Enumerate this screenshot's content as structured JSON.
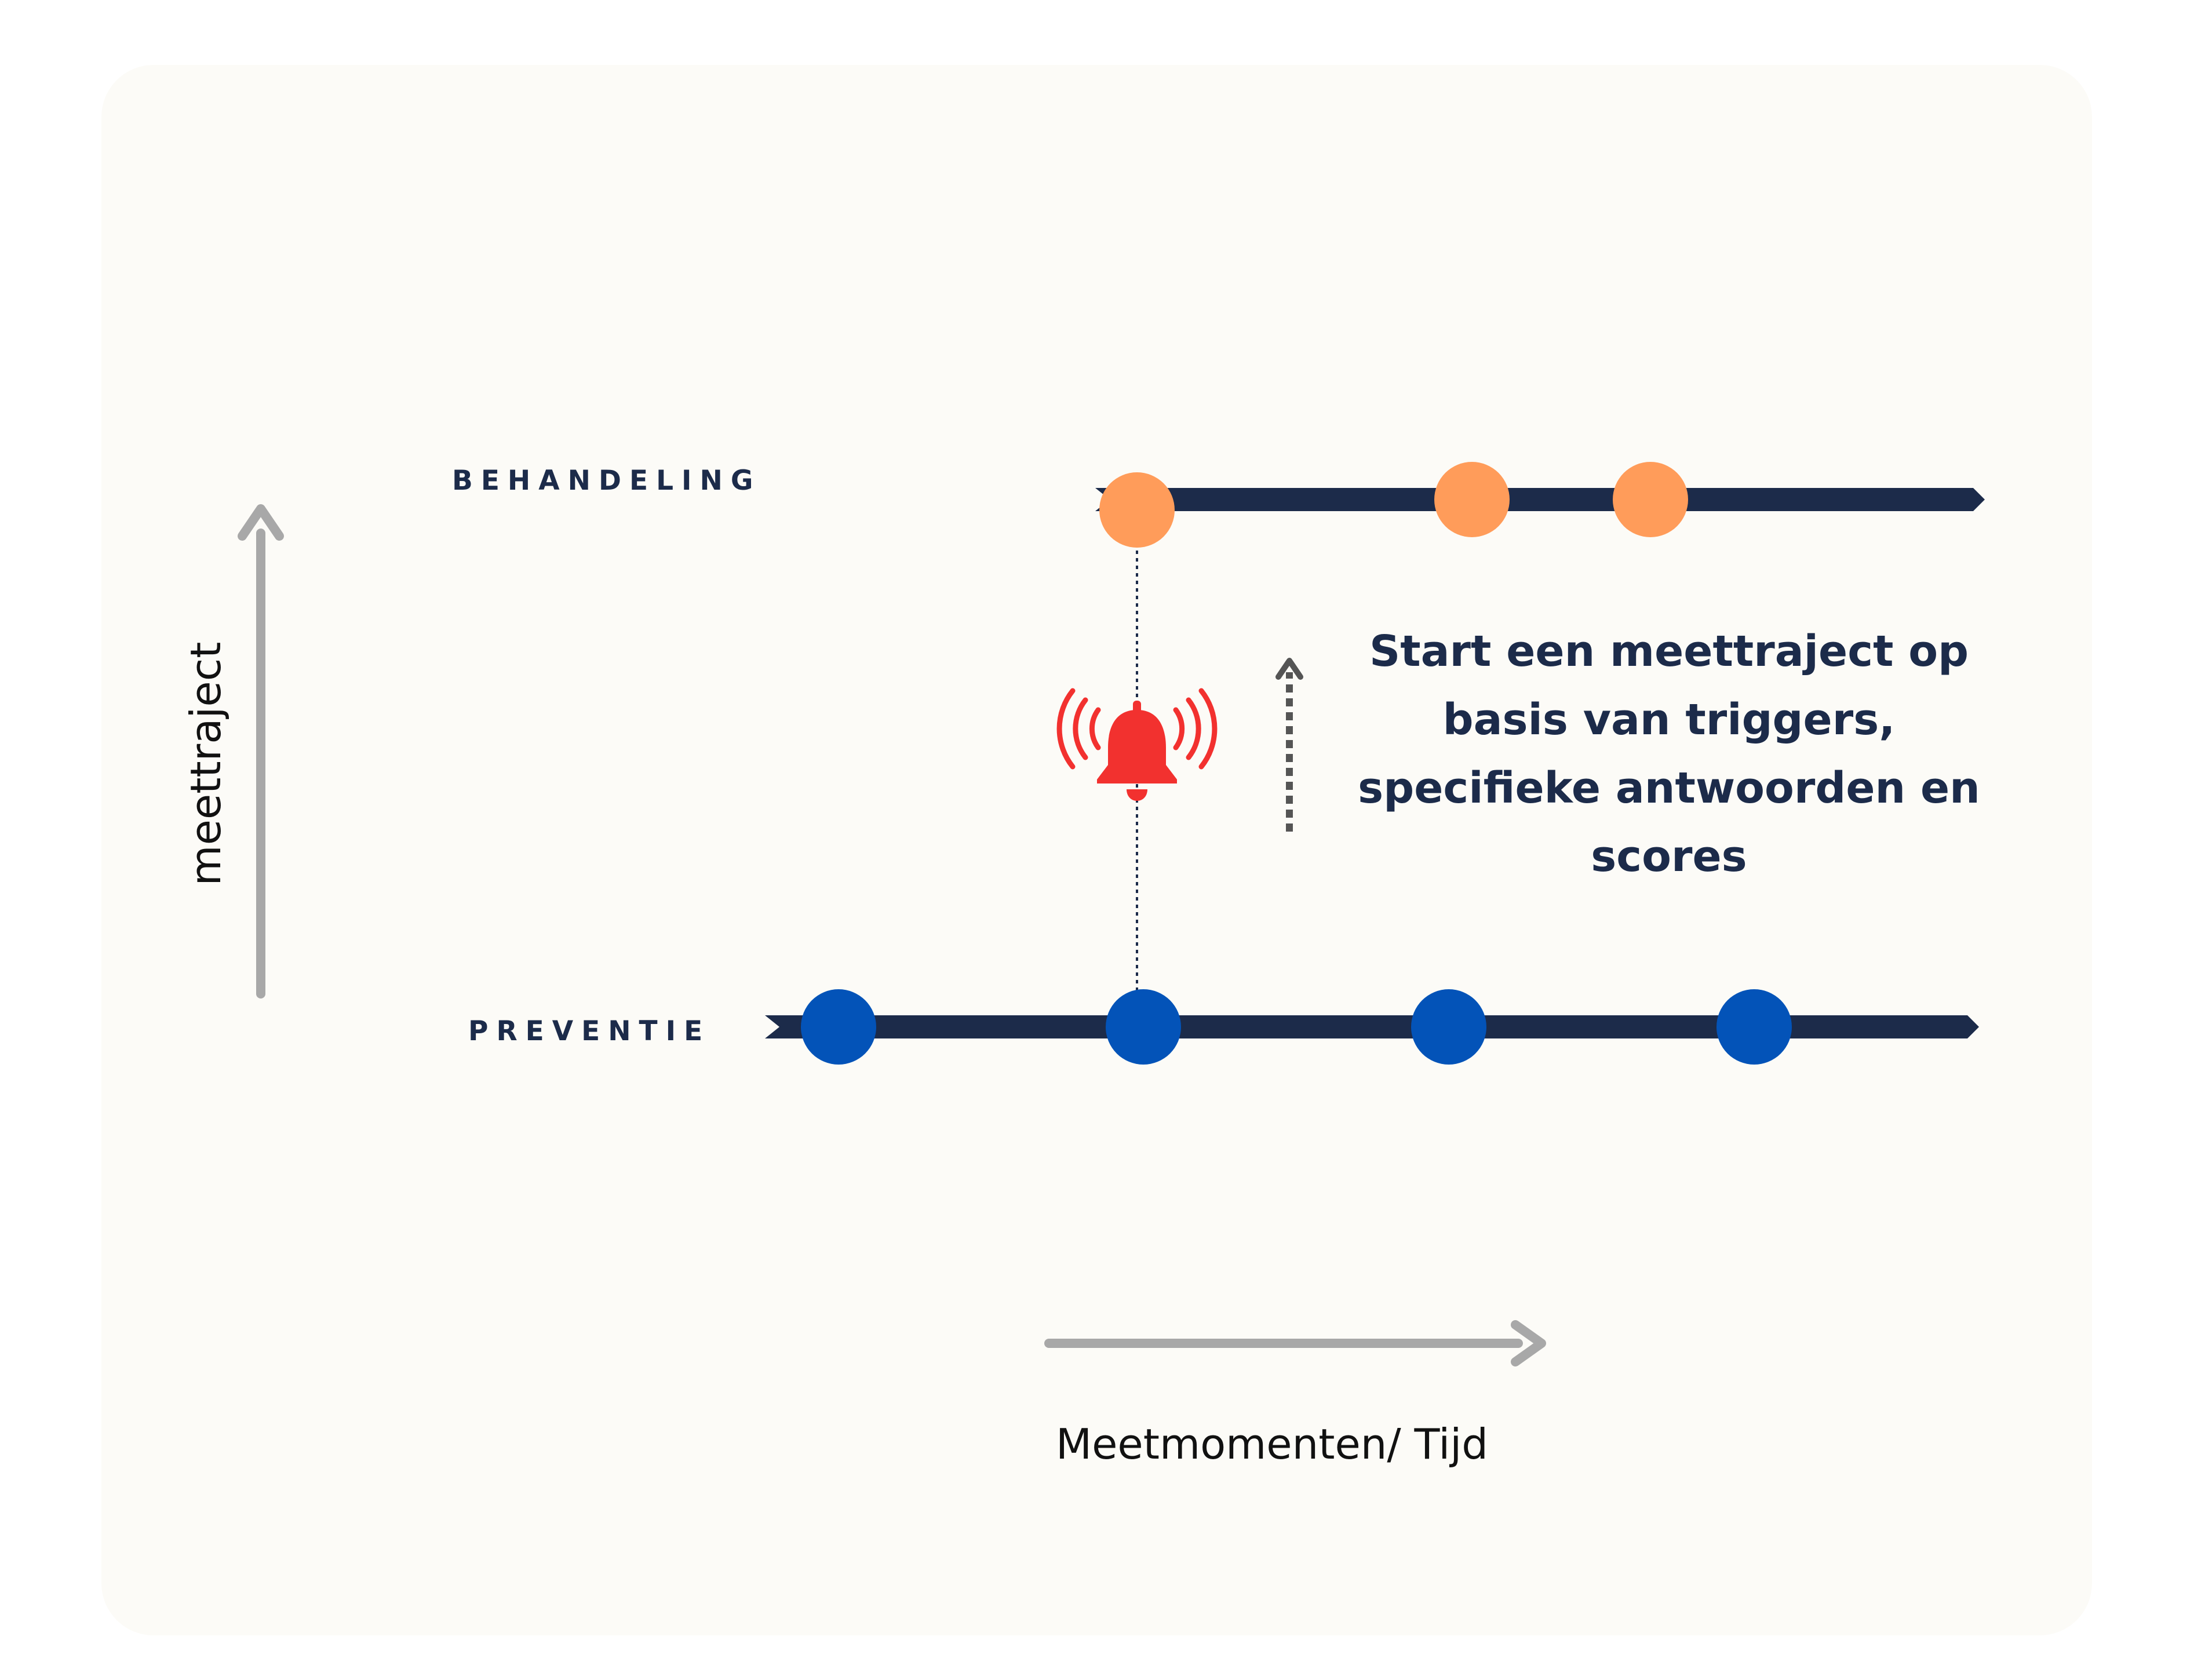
{
  "tracks": {
    "behandeling": {
      "label": "BEHANDELING",
      "color": "#1c2b4a",
      "dot_color": "#ff9c5a",
      "measurement_count": 3
    },
    "preventie": {
      "label": "PREVENTIE",
      "color": "#1c2b4a",
      "dot_color": "#0353b8",
      "measurement_count": 4
    }
  },
  "axes": {
    "y_label": "meettraject",
    "x_label": "Meetmomenten/ Tijd",
    "arrow_color": "#a8a8a8"
  },
  "callout": {
    "text": "Start een meettraject op basis van triggers, specifieke antwoorden en scores"
  },
  "icons": {
    "trigger": "bell-icon",
    "trigger_color": "#f2312f"
  },
  "colors": {
    "background": "#fcfbf7",
    "dotted_arrow": "#555555"
  }
}
